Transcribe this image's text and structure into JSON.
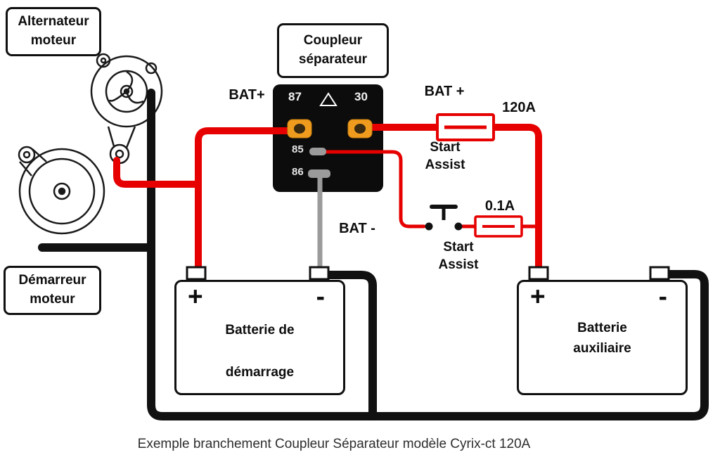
{
  "diagram": {
    "component_labels": {
      "alternator": "Alternateur\nmoteur",
      "starter": "Démarreur\nmoteur",
      "coupler": "Coupleur\nséparateur"
    },
    "relay_pins": {
      "p87": "87",
      "p30": "30",
      "p85": "85",
      "p86": "86"
    },
    "wire_labels": {
      "bat_plus_left": "BAT+",
      "bat_plus_right": "BAT +",
      "bat_minus": "BAT -",
      "main_fuse": "120A",
      "aux_fuse": "0.1A",
      "start_assist_top": "Start\nAssist",
      "start_assist_bottom": "Start\nAssist"
    },
    "batteries": {
      "start": {
        "plus": "+",
        "minus": "-",
        "line1": "Batterie de",
        "line2": "démarrage"
      },
      "aux": {
        "plus": "+",
        "minus": "-",
        "name": "Batterie\nauxiliaire"
      }
    },
    "colors": {
      "wire_red": "#e60000",
      "wire_black": "#111111",
      "wire_gray": "#9b9b9b",
      "terminal_orange": "#ef9c1e"
    },
    "caption": "Exemple branchement Coupleur Séparateur modèle Cyrix-ct 120A"
  }
}
